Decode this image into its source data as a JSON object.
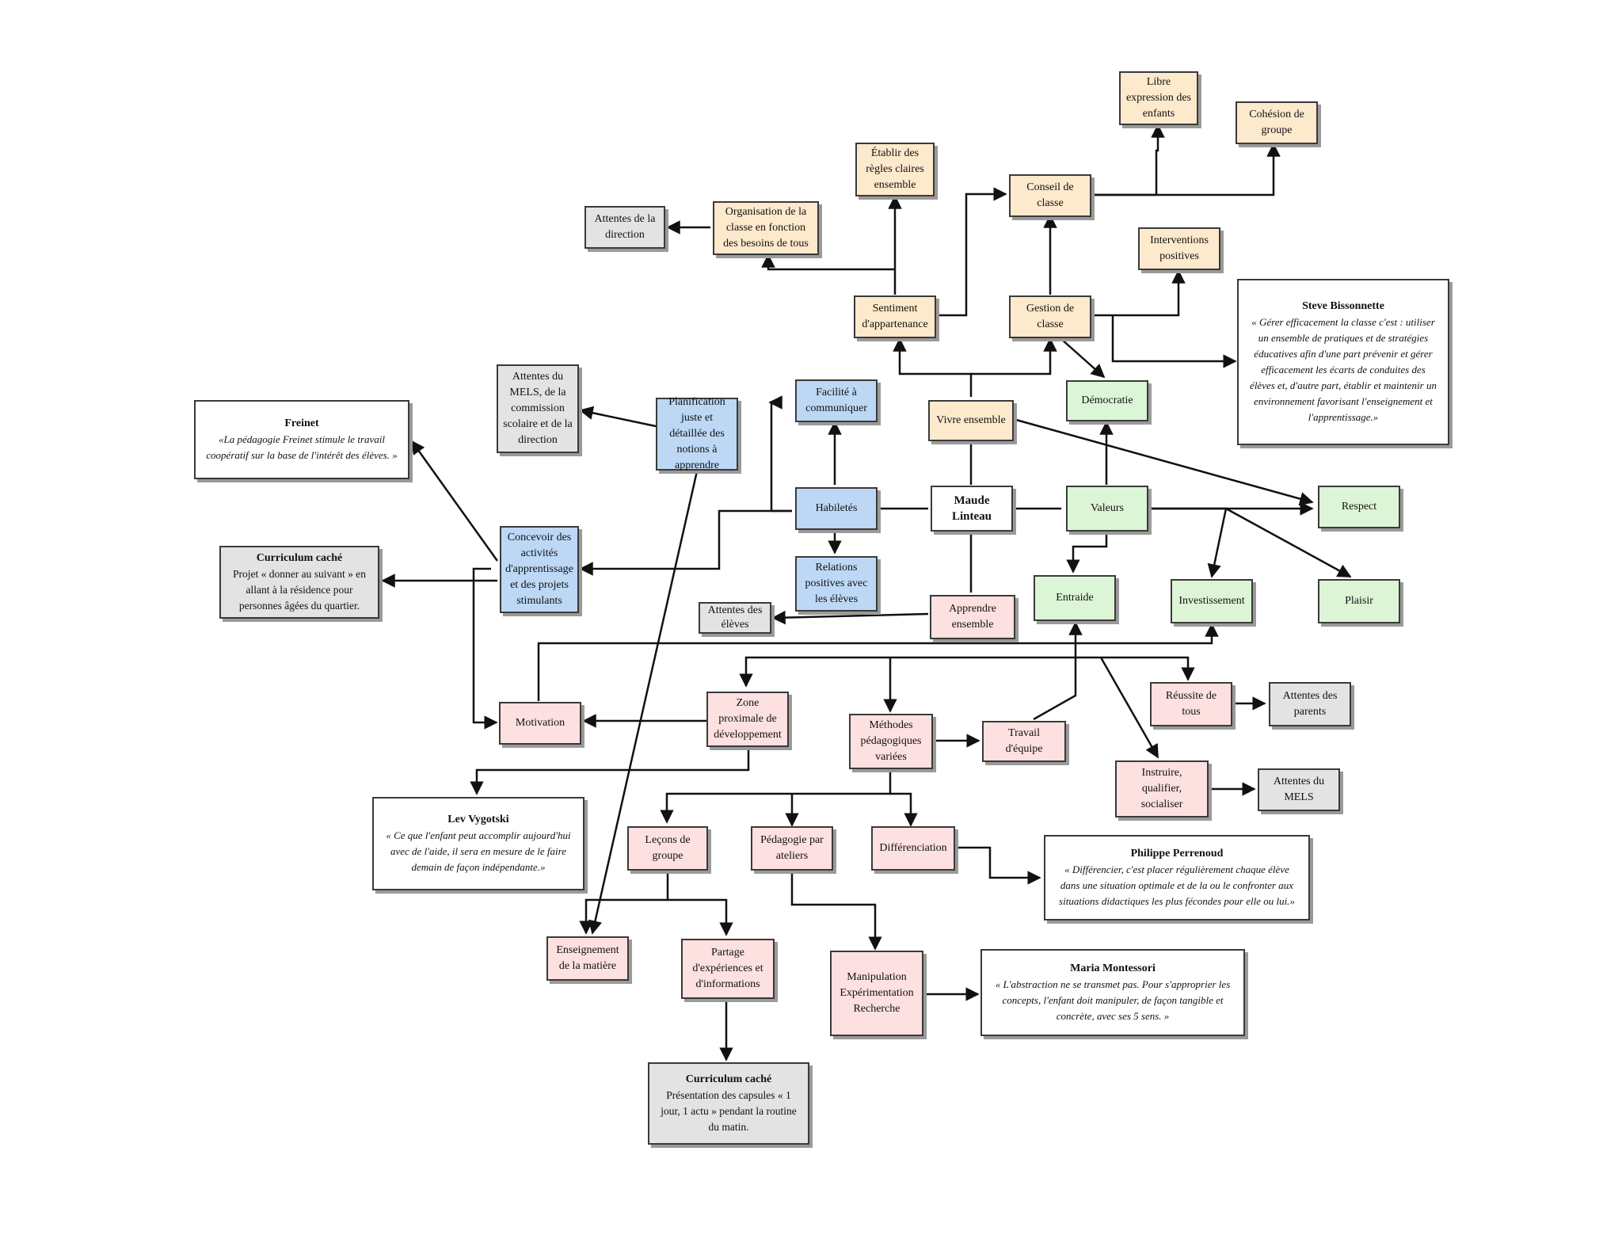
{
  "nodes": {
    "libre": "Libre expression des enfants",
    "cohesion": "Cohésion de groupe",
    "etablir": "Établir des règles claires ensemble",
    "conseil": "Conseil de classe",
    "attentes_direction": "Attentes de la direction",
    "organisation": "Organisation de la classe en fonction des besoins de tous",
    "interventions": "Interventions positives",
    "sentiment": "Sentiment d'appartenance",
    "gestion": "Gestion de classe",
    "steve": {
      "title": "Steve Bissonnette",
      "quote": "« Gérer efficacement la classe c'est : utiliser un ensemble de pratiques et de stratégies éducatives afin d'une part prévenir et gérer efficacement les écarts de conduites des élèves et, d'autre part, établir et maintenir un environnement favorisant l'enseignement et l'apprentissage.»"
    },
    "attentes_mels_cs": "Attentes du MELS, de la commission scolaire et de la direction",
    "planification": "Planification juste et détaillée des notions à apprendre",
    "facilite": "Facilité à communiquer",
    "vivre": "Vivre ensemble",
    "democratie": "Démocratie",
    "freinet": {
      "title": "Freinet",
      "quote": "«La pédagogie Freinet stimule le travail coopératif sur la base de l'intérêt des élèves. »"
    },
    "habiletes": "Habiletés",
    "maude": "Maude Linteau",
    "valeurs": "Valeurs",
    "respect": "Respect",
    "curriculum1": {
      "title": "Curriculum caché",
      "body": "Projet « donner au suivant » en allant à la résidence pour personnes âgées du quartier."
    },
    "concevoir": "Concevoir des activités d'apprentissage et des projets stimulants",
    "relations": "Relations positives avec les élèves",
    "entraide": "Entraide",
    "investissement": "Investissement",
    "plaisir": "Plaisir",
    "attentes_eleves": "Attentes des élèves",
    "apprendre": "Apprendre ensemble",
    "reussite": "Réussite de tous",
    "attentes_parents": "Attentes des parents",
    "motivation": "Motivation",
    "zone": "Zone proximale de développement",
    "methodes": "Méthodes pédagogiques variées",
    "travail": "Travail d'équipe",
    "instruire": "Instruire, qualifier, socialiser",
    "attentes_mels": "Attentes du MELS",
    "vygotski": {
      "title": "Lev Vygotski",
      "quote": "« Ce que l'enfant peut accomplir aujourd'hui avec de l'aide, il sera en mesure de le faire demain de façon indépendante.»"
    },
    "lecons": "Leçons de groupe",
    "pedagogie": "Pédagogie par ateliers",
    "differenciation": "Différenciation",
    "perrenoud": {
      "title": "Philippe Perrenoud",
      "quote": "« Différencier, c'est placer régulièrement chaque élève  dans une situation optimale et de la ou le confronter aux situations didactiques les plus fécondes pour elle ou lui.»"
    },
    "enseignement": "Enseignement de la matière",
    "partage": "Partage d'expériences et d'informations",
    "manipulation": "Manipulation Expérimentation Recherche",
    "montessori": {
      "title": "Maria Montessori",
      "quote": "« L'abstraction ne se transmet pas. Pour s'approprier les concepts, l'enfant doit manipuler, de façon tangible et concrète, avec ses 5 sens. »"
    },
    "curriculum2": {
      "title": "Curriculum caché",
      "body": "Présentation des capsules « 1 jour, 1 actu » pendant la routine du matin."
    }
  },
  "colors": {
    "peach": "#fde9cc",
    "blue": "#bcd8f5",
    "green": "#dcf5d6",
    "pink": "#fde0e0",
    "gray": "#e3e3e3",
    "line": "#111111"
  }
}
